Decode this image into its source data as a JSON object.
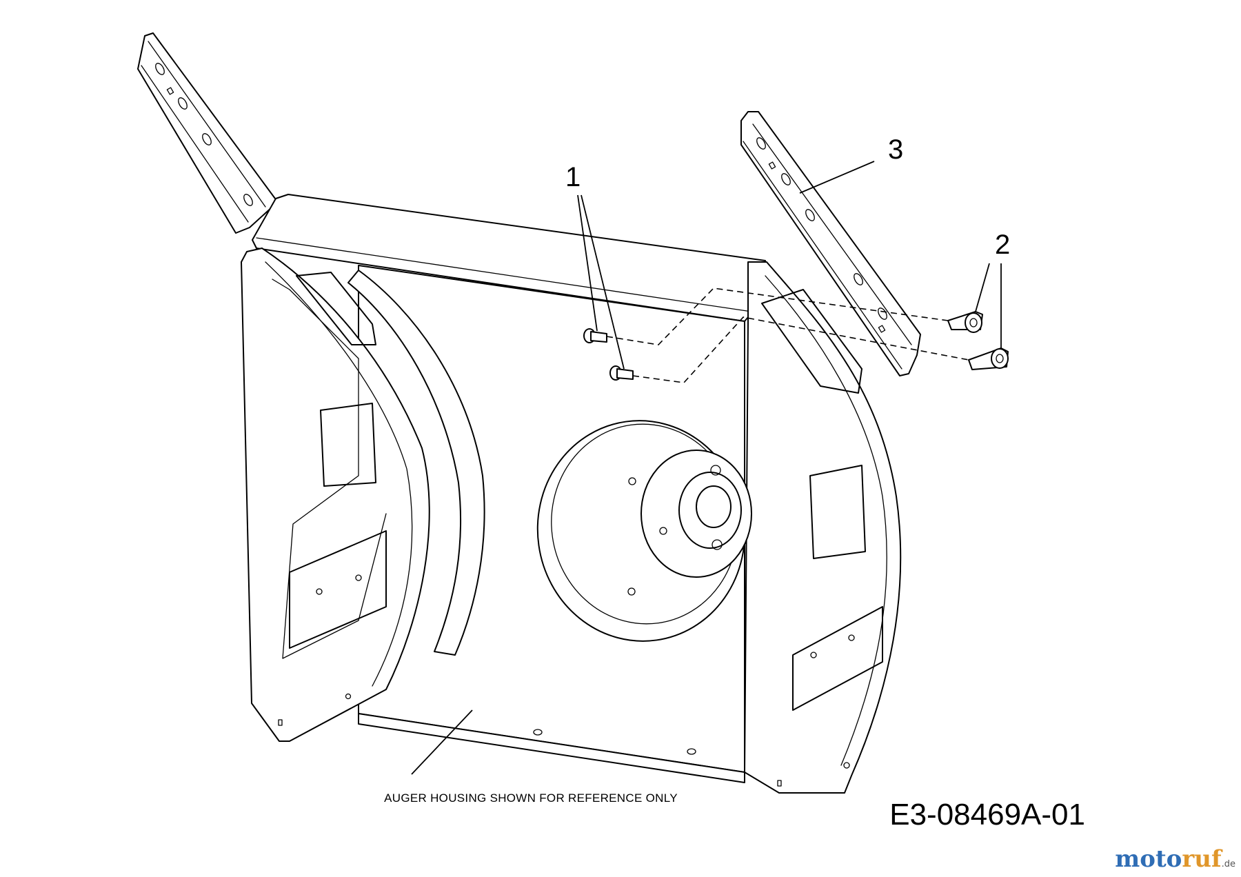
{
  "callouts": {
    "part1": "1",
    "part2": "2",
    "part3": "3"
  },
  "note": "AUGER HOUSING SHOWN FOR REFERENCE ONLY",
  "drawing_id": "E3-08469A-01",
  "watermark": {
    "part_a": "moto",
    "part_b": "ruf",
    "tld": ".de"
  }
}
